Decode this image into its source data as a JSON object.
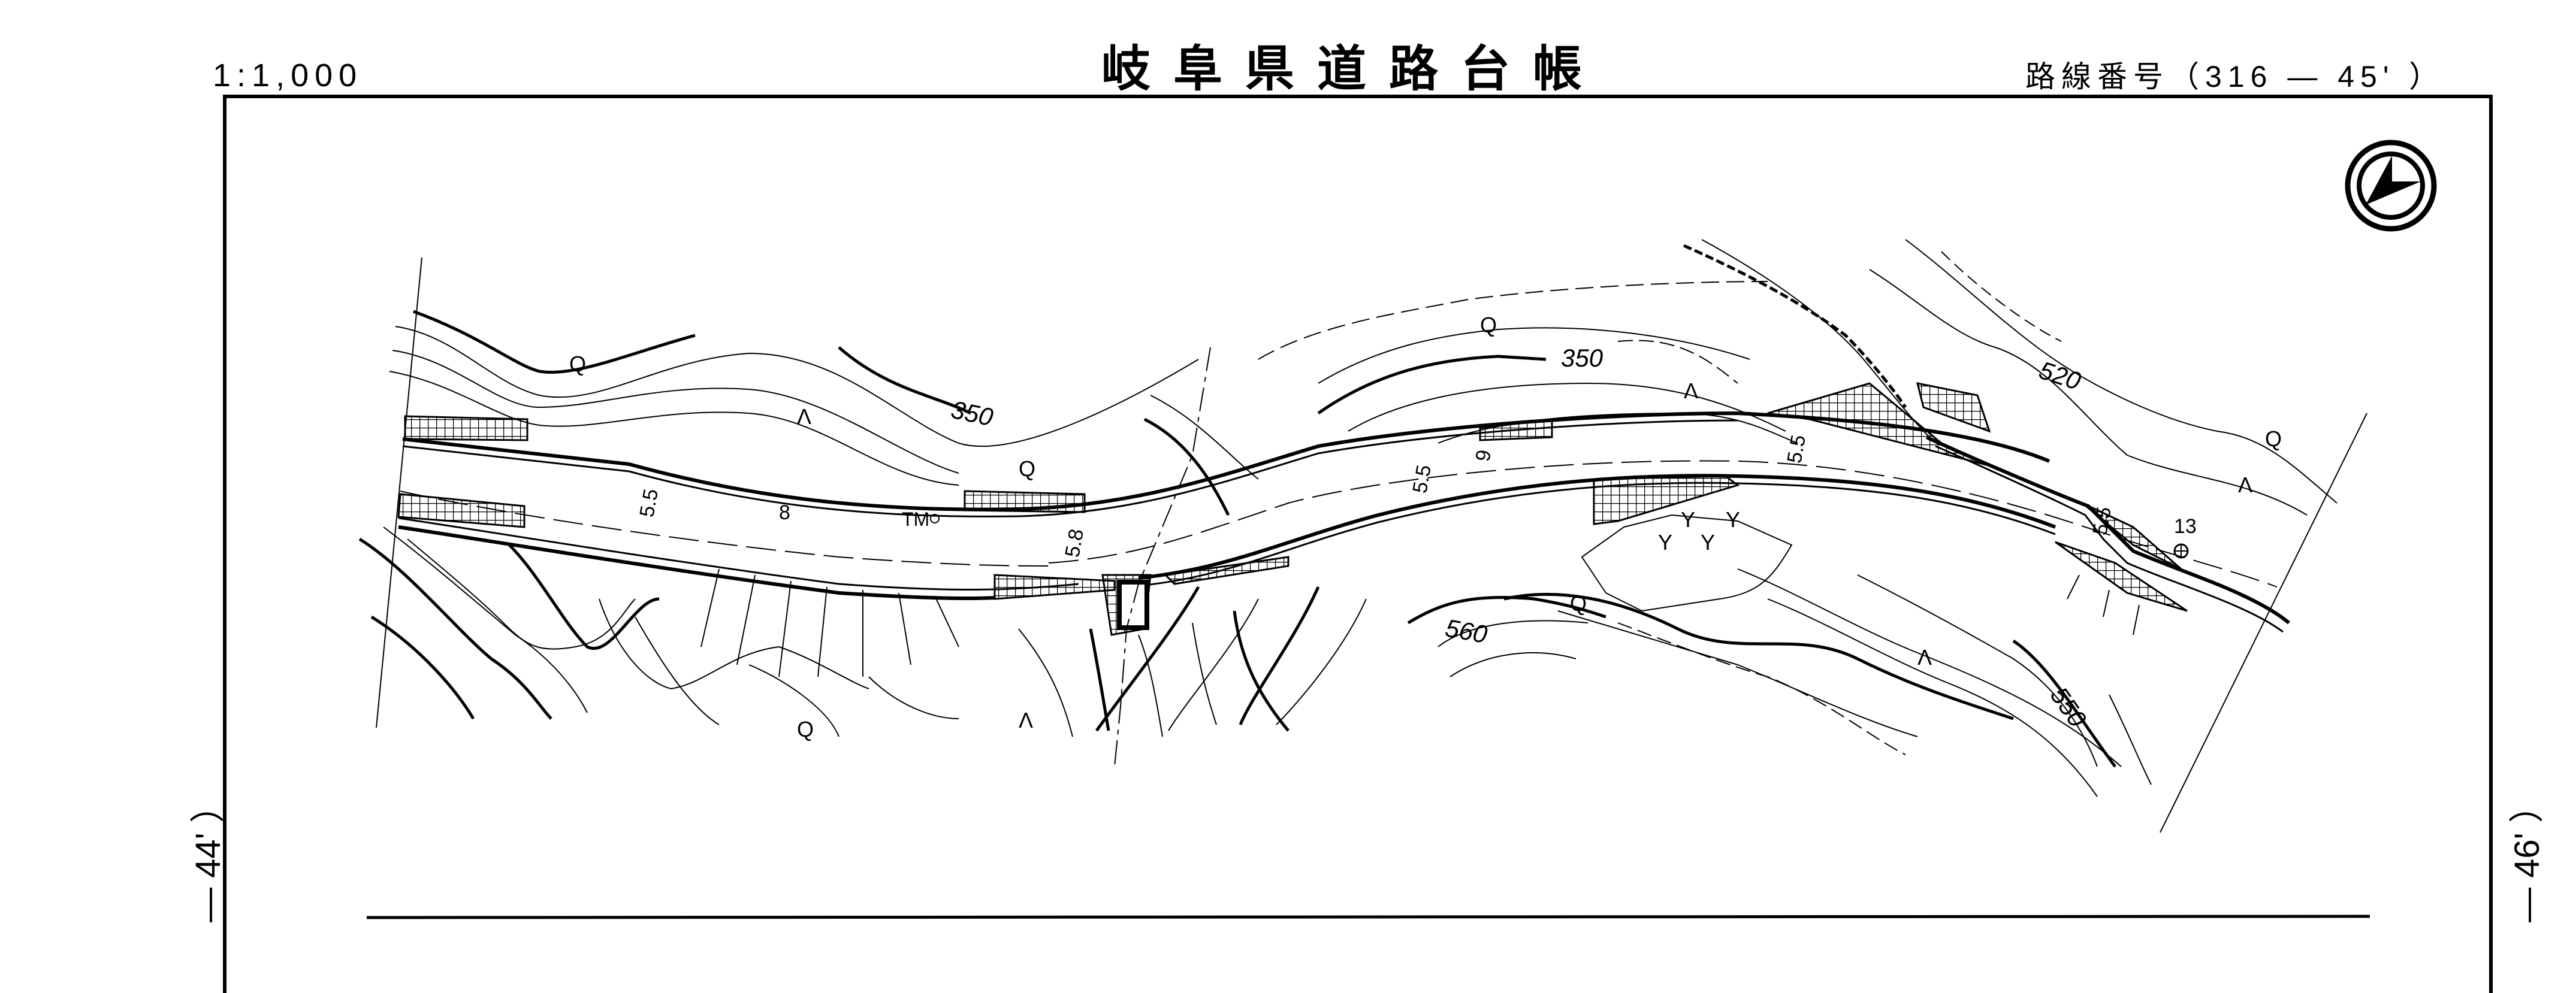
{
  "header": {
    "scale": "1:1,000",
    "title": "岐阜県道路台帳",
    "route_number": "路線番号（316 — 45' ）"
  },
  "sheet_edges": {
    "left_adjacent": "— 44' ）",
    "right_adjacent": "— 46' ）"
  },
  "north_arrow": {
    "icon": "north-arrow-icon"
  },
  "map": {
    "contour_labels": [
      "350",
      "350",
      "520",
      "560",
      "550"
    ],
    "road_widths": [
      "5.5",
      "8",
      "5.8",
      "5.5",
      "9",
      "5.5",
      "5.5",
      "13"
    ],
    "marker_labels": [
      "TM"
    ],
    "vegetation_symbols": {
      "broadleaf": "Q",
      "conifer": "Λ",
      "mulberry": "Y"
    }
  },
  "colors": {
    "ink": "#000000",
    "paper": "#ffffff"
  }
}
